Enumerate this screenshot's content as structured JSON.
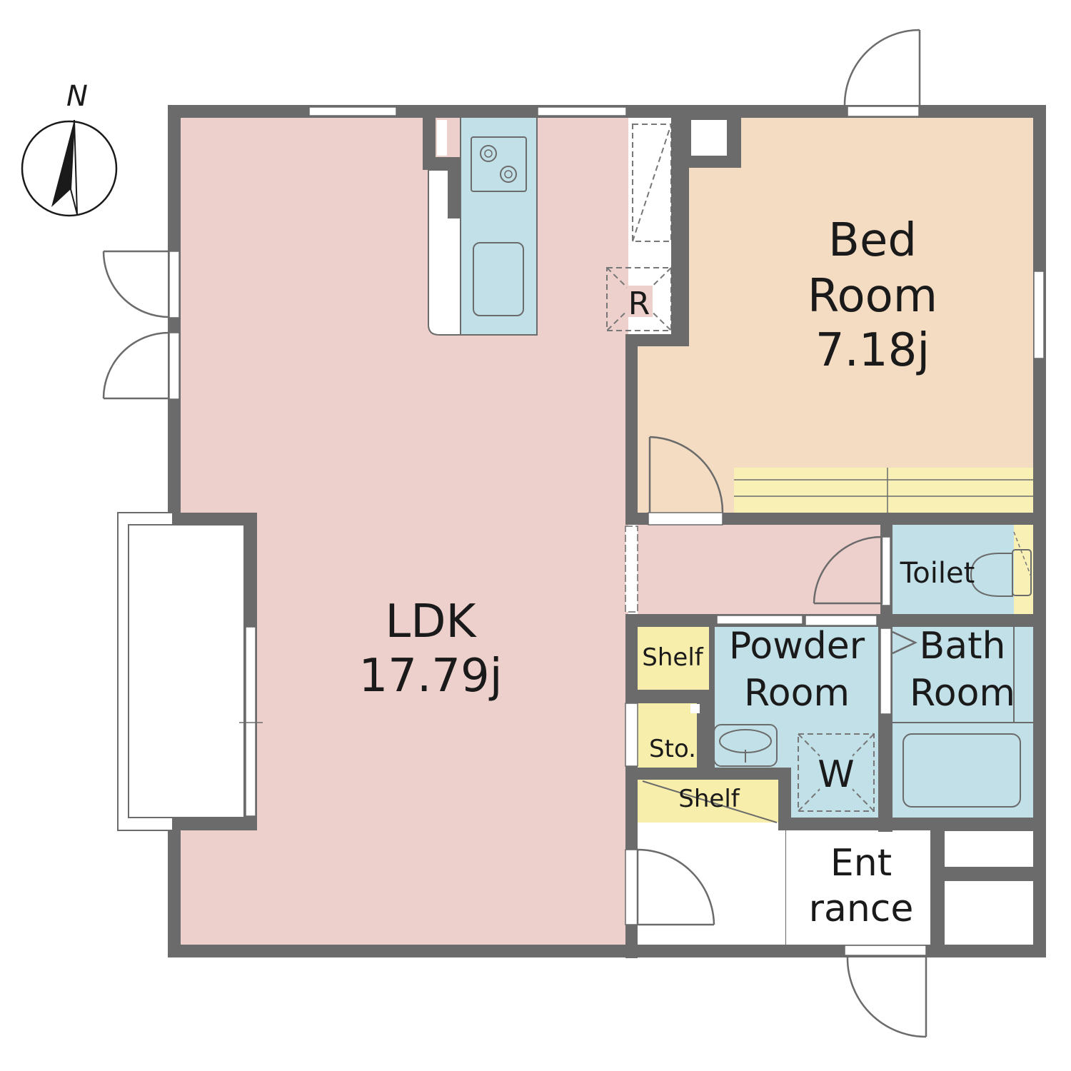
{
  "compass": {
    "north_label": "N"
  },
  "rooms": {
    "ldk": {
      "name": "LDK",
      "size": "17.79j"
    },
    "bedroom": {
      "name_line1": "Bed",
      "name_line2": "Room",
      "size": "7.18j"
    },
    "toilet": {
      "name": "Toilet"
    },
    "powder_room": {
      "name_line1": "Powder",
      "name_line2": "Room"
    },
    "bath_room": {
      "name_line1": "Bath",
      "name_line2": "Room"
    },
    "entrance": {
      "name_line1": "Ent",
      "name_line2": "rance"
    }
  },
  "fixtures": {
    "refrigerator": "R",
    "washer": "W",
    "shelf_upper": "Shelf",
    "storage": "Sto.",
    "shelf_lower": "Shelf"
  },
  "colors": {
    "ldk": "#edd0cc",
    "bedroom": "#f4dcc2",
    "wet": "#c2e0e8",
    "storage": "#f8eeac",
    "wall": "#6b6b6b"
  }
}
